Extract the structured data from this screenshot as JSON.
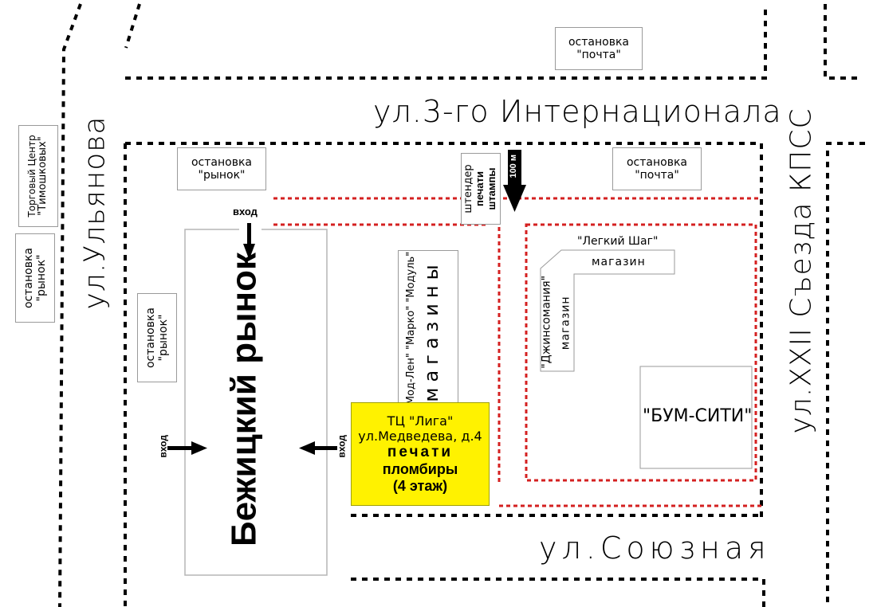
{
  "streets": {
    "internationala": "ул.3-го Интернационала",
    "ulyanova": "ул.Ульянова",
    "kpss": "ул.XXII Съезда КПСС",
    "soyuznaya": "ул.Союзная"
  },
  "stops": {
    "pochta_top": [
      "остановка",
      "\"почта\""
    ],
    "rynok_top": [
      "остановка",
      "\"рынок\""
    ],
    "pochta_right": [
      "остановка",
      "\"почта\""
    ],
    "rynok_far_left": [
      "остановка",
      "\"рынок\""
    ],
    "rynok_left": [
      "остановка",
      "\"рынок\""
    ]
  },
  "timoshkovykh": [
    "Торговый Центр",
    "\"Тимошковых\""
  ],
  "market": {
    "name": "Бежицкий рынок",
    "entrance_label": "вход"
  },
  "shops": {
    "brands": "\"Мод-Лен\" \"Марко\" \"Модуль\"",
    "label": "магазины"
  },
  "stender": {
    "line1": "штендер",
    "line2": "печати",
    "line3": "штампы"
  },
  "distance": "100 м",
  "legkiy_shag": [
    "\"Легкий Шаг\"",
    "магазин"
  ],
  "jeansomania": [
    "\"Джинсомания\"",
    "магазин"
  ],
  "bum_city": "\"БУМ-СИТИ\"",
  "liga": {
    "line1": "ТЦ \"Лига\"",
    "line2": "ул.Медведева, д.4",
    "line3": "печати",
    "line4": "пломбиры",
    "line5": "(4 этаж)"
  },
  "colors": {
    "road_dash": "#000000",
    "path_dash": "#d42020",
    "liga_fill": "#fff200"
  }
}
